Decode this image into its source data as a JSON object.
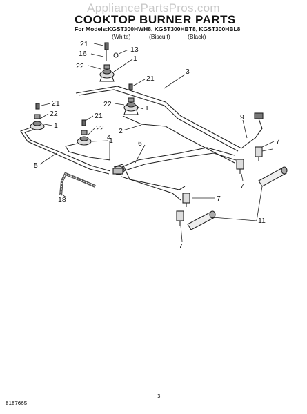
{
  "watermark": "AppliancePartsPros.com",
  "title": "COOKTOP BURNER PARTS",
  "models_line": "For Models:KGST300HWH8, KGST300HBT8, KGST300HBL8",
  "variants": [
    "(White)",
    "(Biscuit)",
    "(Black)"
  ],
  "callouts": {
    "c21a": "21",
    "c16": "16",
    "c13": "13",
    "c22a": "22",
    "c1a": "1",
    "c3": "3",
    "c21b": "21",
    "c22b": "22",
    "c1b": "1",
    "c21c": "21",
    "c22c": "22",
    "c1c": "1",
    "c21d": "21",
    "c22d": "22",
    "c1d": "1",
    "c2": "2",
    "c4": "4",
    "c6": "6",
    "c5": "5",
    "c18": "18",
    "c9": "9",
    "c7a": "7",
    "c7b": "7",
    "c7c": "7",
    "c7d": "7",
    "c11": "11"
  },
  "footer": {
    "doc_number": "8187665",
    "page": "3"
  }
}
